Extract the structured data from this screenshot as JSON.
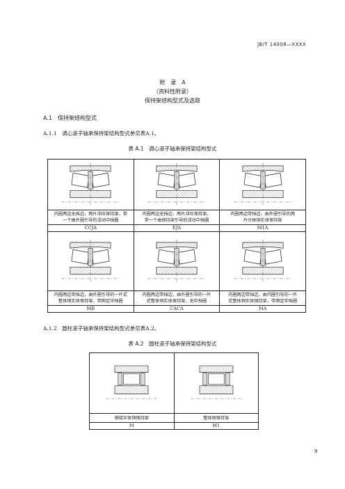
{
  "header": {
    "standard_no": "JB/T 14008—XXXX"
  },
  "appendix": {
    "title": "附　录　A",
    "nature": "（资料性附录）",
    "subject": "保持架结构型式及选取"
  },
  "section_a1": {
    "heading": "A.1　保持架结构型式"
  },
  "para_a11": "A.1.1　调心滚子轴承保持架结构型式参见表A.1。",
  "table_a1": {
    "caption": "表 A.1　调心滚子轴承保持架结构型式",
    "rows": [
      [
        {
          "desc": [
            "内圈两边无挡边，两片冲压保持架，带",
            "一个由外圈引导的活动中挡圈"
          ],
          "code": "CCJA"
        },
        {
          "desc": [
            "内圈两边无挡边，两片冲压保持架，",
            "带一个由保持架引导的活动中挡圈"
          ],
          "code": "EJA"
        },
        {
          "desc": [
            "内圈两边带挡边，由外圈引导的两",
            "片分体铜实体保持架"
          ],
          "code": "M1A"
        }
      ],
      [
        {
          "desc": [
            "内圈两边带挡边，由外圈引导的一片式",
            "整体铜实体保持架，带固定中挡圈"
          ],
          "code": "MB"
        },
        {
          "desc": [
            "内圈两边带挡边，由外圈引导的一片",
            "式整体铜实体保持架，无中挡圈"
          ],
          "code": "CACA"
        },
        {
          "desc": [
            "内圈两边带挡边，由内圈引导的一片",
            "式整体铜实体保持架，带固定中挡圈"
          ],
          "code": "MA"
        }
      ]
    ]
  },
  "para_a12": "A.1.2　圆柱滚子轴承保持架结构型式参见表A.2。",
  "table_a2": {
    "caption": "表 A.2　圆柱滚子轴承保持架结构型式",
    "cells": [
      {
        "desc": "铆接实体铜保持架",
        "code": "M"
      },
      {
        "desc": "整体铜保持架",
        "code": "M1"
      }
    ]
  },
  "page_number": "9",
  "colors": {
    "text": "#222222",
    "hatch": "#555555",
    "line": "#222222"
  },
  "icons": [
    "spherical-roller-bearing-drawing",
    "cylindrical-roller-bearing-drawing"
  ]
}
